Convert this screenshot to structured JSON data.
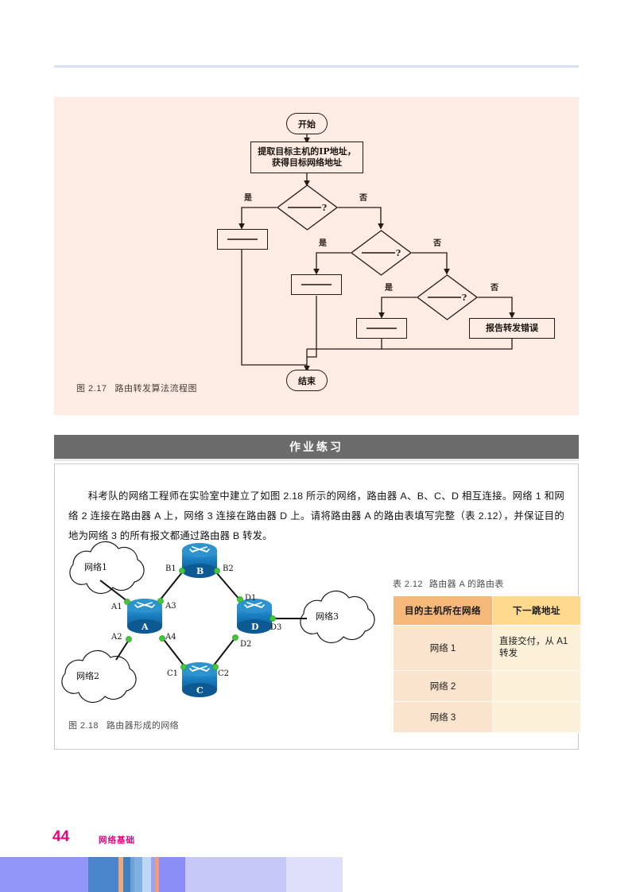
{
  "page": {
    "number": "44",
    "running_title": "网络基础"
  },
  "figure_217": {
    "caption_label": "图 2.17",
    "caption_text": "路由转发算法流程图",
    "nodes": {
      "start": "开始",
      "extract": "提取目标主机的IP地址，\n获得目标网络地址",
      "decision1": "?",
      "decision2": "?",
      "decision3": "?",
      "action1": "",
      "action2": "",
      "action3": "",
      "error": "报告转发错误",
      "end": "结束"
    },
    "branch_labels": {
      "yes": "是",
      "no": "否"
    },
    "panel_bg": "#fcece3"
  },
  "section": {
    "band_title": "作业练习",
    "band_bg": "#6b6b6b"
  },
  "exercise": {
    "body": "科考队的网络工程师在实验室中建立了如图 2.18 所示的网络，路由器 A、B、C、D 相互连接。网络 1 和网络 2 连接在路由器 A 上，网络 3 连接在路由器 D 上。请将路由器 A 的路由表填写完整（表 2.12），并保证目的地为网络 3 的所有报文都通过路由器 B 转发。"
  },
  "figure_218": {
    "caption_label": "图 2.18",
    "caption_text": "路由器形成的网络",
    "clouds": [
      {
        "id": "net1",
        "label": "网络1"
      },
      {
        "id": "net2",
        "label": "网络2"
      },
      {
        "id": "net3",
        "label": "网络3"
      }
    ],
    "routers": [
      {
        "id": "A",
        "label": "A"
      },
      {
        "id": "B",
        "label": "B"
      },
      {
        "id": "C",
        "label": "C"
      },
      {
        "id": "D",
        "label": "D"
      }
    ],
    "interfaces": [
      {
        "id": "A1",
        "label": "A1"
      },
      {
        "id": "A2",
        "label": "A2"
      },
      {
        "id": "A3",
        "label": "A3"
      },
      {
        "id": "A4",
        "label": "A4"
      },
      {
        "id": "B1",
        "label": "B1"
      },
      {
        "id": "B2",
        "label": "B2"
      },
      {
        "id": "C1",
        "label": "C1"
      },
      {
        "id": "C2",
        "label": "C2"
      },
      {
        "id": "D1",
        "label": "D1"
      },
      {
        "id": "D2",
        "label": "D2"
      },
      {
        "id": "D3",
        "label": "D3"
      }
    ],
    "router_color": "#1a7fc1",
    "port_color": "#43c43a"
  },
  "table_212": {
    "caption_label": "表 2.12",
    "caption_text": "路由器 A 的路由表",
    "headers": [
      "目的主机所在网络",
      "下一跳地址"
    ],
    "rows": [
      {
        "network": "网络 1",
        "next_hop": "直接交付，从 A1 转发"
      },
      {
        "network": "网络 2",
        "next_hop": ""
      },
      {
        "network": "网络 3",
        "next_hop": ""
      }
    ],
    "header_colors": [
      "#f5b878",
      "#ffd98e"
    ],
    "cell_colors": [
      "#fbe4cd",
      "#fdf0d9"
    ]
  },
  "footer_bar": {
    "segments": [
      {
        "width": 111,
        "color": "#9195f7"
      },
      {
        "width": 38,
        "color": "#4a85cb"
      },
      {
        "width": 6,
        "color": "#f0a878"
      },
      {
        "width": 9,
        "color": "#3f80c0"
      },
      {
        "width": 5,
        "color": "#6f9fd6"
      },
      {
        "width": 10,
        "color": "#7fb0e0"
      },
      {
        "width": 11,
        "color": "#bcd8f6"
      },
      {
        "width": 5,
        "color": "#9aa4f2"
      },
      {
        "width": 5,
        "color": "#f09a7a"
      },
      {
        "width": 33,
        "color": "#8b8ef6"
      },
      {
        "width": 127,
        "color": "#c6c8f8"
      },
      {
        "width": 71,
        "color": "#dee0fb"
      }
    ]
  }
}
